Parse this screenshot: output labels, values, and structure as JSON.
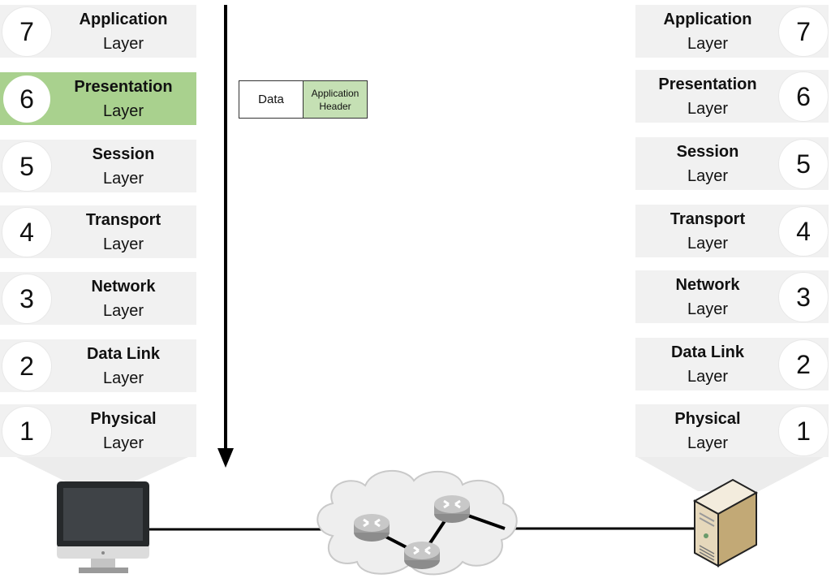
{
  "diagram": {
    "title": "OSI Model - Encapsulation at Presentation Layer",
    "active_layer": 6,
    "colors": {
      "active": "#a9d18e",
      "header": "#c5e0b4",
      "bar": "#f1f1f1"
    },
    "left_stack": [
      {
        "number": "7",
        "name": "Application",
        "sub": "Layer"
      },
      {
        "number": "6",
        "name": "Presentation",
        "sub": "Layer"
      },
      {
        "number": "5",
        "name": "Session",
        "sub": "Layer"
      },
      {
        "number": "4",
        "name": "Transport",
        "sub": "Layer"
      },
      {
        "number": "3",
        "name": "Network",
        "sub": "Layer"
      },
      {
        "number": "2",
        "name": "Data Link",
        "sub": "Layer"
      },
      {
        "number": "1",
        "name": "Physical",
        "sub": "Layer"
      }
    ],
    "right_stack": [
      {
        "number": "7",
        "name": "Application",
        "sub": "Layer"
      },
      {
        "number": "6",
        "name": "Presentation",
        "sub": "Layer"
      },
      {
        "number": "5",
        "name": "Session",
        "sub": "Layer"
      },
      {
        "number": "4",
        "name": "Transport",
        "sub": "Layer"
      },
      {
        "number": "3",
        "name": "Network",
        "sub": "Layer"
      },
      {
        "number": "2",
        "name": "Data Link",
        "sub": "Layer"
      },
      {
        "number": "1",
        "name": "Physical",
        "sub": "Layer"
      }
    ],
    "pdu": {
      "data_label": "Data",
      "header_line1": "Application",
      "header_line2": "Header"
    },
    "devices": {
      "sender": "desktop-computer-icon",
      "receiver": "server-tower-icon",
      "network": "cloud-with-routers-icon"
    }
  }
}
